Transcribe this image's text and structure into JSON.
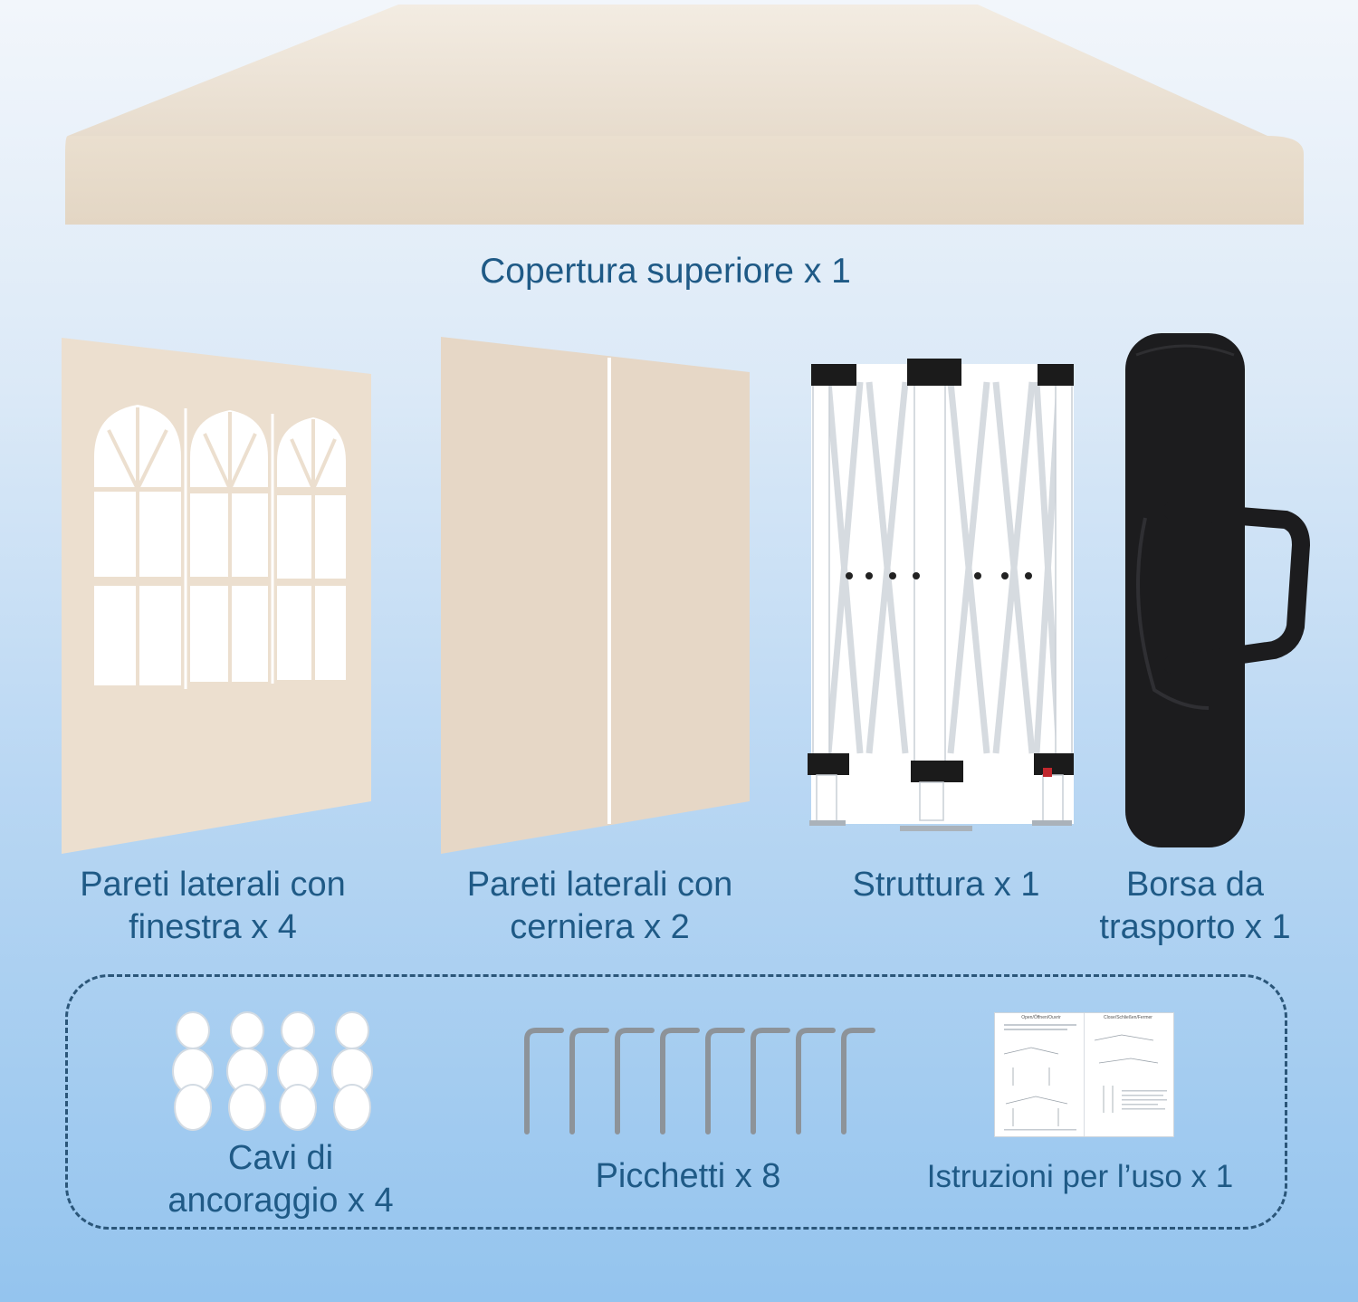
{
  "items": {
    "canopy": {
      "label": "Copertura superiore x 1",
      "color": "#ede2d3"
    },
    "window_wall": {
      "label": "Pareti laterali con\nfinestra x 4"
    },
    "zipper_wall": {
      "label": "Pareti laterali con\ncerniera x 2"
    },
    "frame": {
      "label": "Struttura x 1"
    },
    "bag": {
      "label": "Borsa da\ntrasporto x 1"
    }
  },
  "accessories": {
    "ropes": {
      "label": "Cavi di\nancoraggio x 4",
      "count": 4
    },
    "stakes": {
      "label": "Picchetti x 8",
      "count": 8
    },
    "manual": {
      "label": "Istruzioni per l’uso x 1",
      "page_left_heading": "Open/Öffnen/Ouvrir",
      "page_right_heading": "Close/Schließen/Fermer"
    }
  },
  "colors": {
    "text": "#1f5a86",
    "fabric": "#ede2d3",
    "dashed_border": "#2b5679"
  }
}
